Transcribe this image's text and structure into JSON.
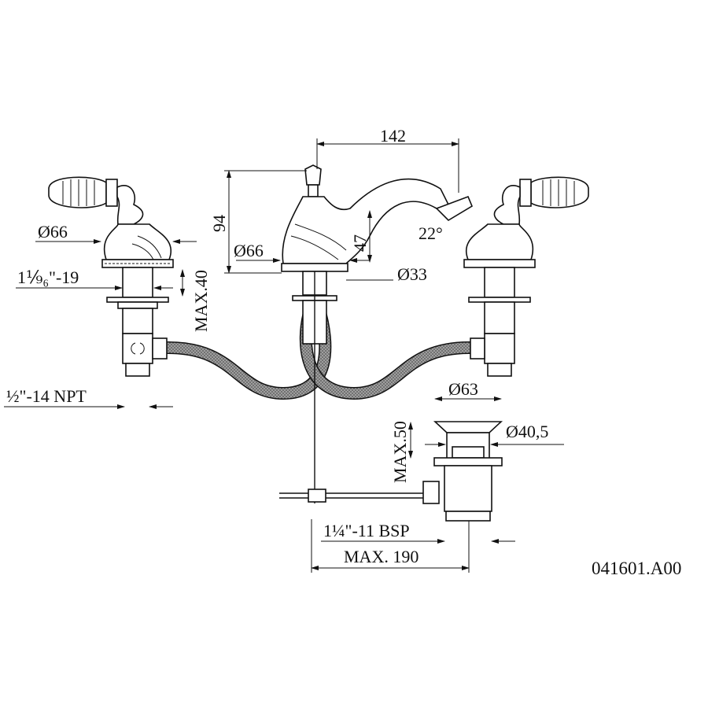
{
  "drawing": {
    "code": "041601.A00",
    "dimensions": {
      "spout_reach": "142",
      "height": "94",
      "handle_diameter": "Ø66",
      "spout_base_diameter": "Ø66",
      "spout_height": "47",
      "spout_angle": "22°",
      "hole_diameter": "Ø33",
      "handle_thread": "1⅑₆\"-19",
      "max_deck_thickness": "MAX.40",
      "inlet_thread": "½\"-14 NPT",
      "drain_top_diameter": "Ø63",
      "drain_diameter": "Ø40,5",
      "max_drain_depth": "MAX.50",
      "drain_thread": "1¼\"-11 BSP",
      "max_rod_length": "MAX. 190"
    }
  }
}
